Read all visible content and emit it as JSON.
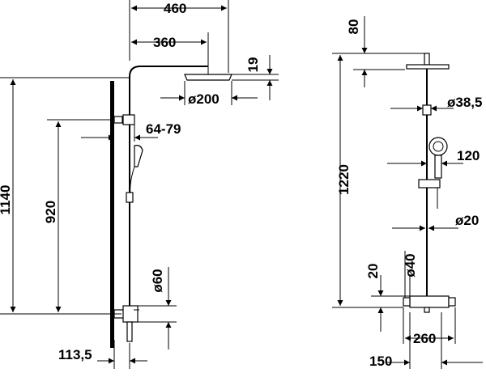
{
  "left_view": {
    "dims": {
      "width_460": "460",
      "width_360": "360",
      "head_thickness_19": "19",
      "head_diameter_200": "ø200",
      "bracket_range": "64-79",
      "total_height_1140": "1140",
      "rail_height_920": "920",
      "outlet_diameter_60": "ø60",
      "wall_offset_113_5": "113,5"
    }
  },
  "right_view": {
    "dims": {
      "head_height_80": "80",
      "pipe_diameter_38_5": "ø38,5",
      "hand_shower_120": "120",
      "total_height_1220": "1220",
      "rail_diameter_20": "ø20",
      "thermostat_diameter_40": "ø40",
      "thermostat_height_20": "20",
      "thermostat_width_260": "260",
      "centers_150": "150"
    }
  }
}
